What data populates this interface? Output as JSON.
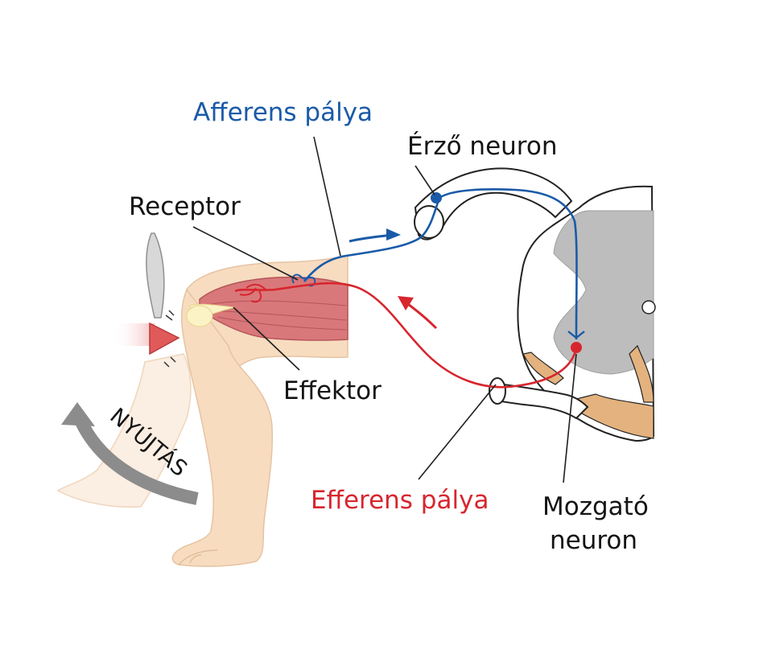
{
  "labels": {
    "afferent_path": "Afferens pálya",
    "sensory_neuron": "Érző neuron",
    "receptor": "Receptor",
    "effector": "Effektor",
    "efferent_path": "Efferens pálya",
    "motor_neuron_line1": "Mozgató",
    "motor_neuron_line2": "neuron",
    "extension": "NYÚJTÁS"
  },
  "colors": {
    "afferent": "#1a5aa8",
    "efferent": "#d7262e",
    "skin": "#f7dcc0",
    "muscle": "#d9787a",
    "grey_matter": "#bdbdbd",
    "nerve_root": "#e3b27e",
    "arrow": "#8c8c8c"
  }
}
